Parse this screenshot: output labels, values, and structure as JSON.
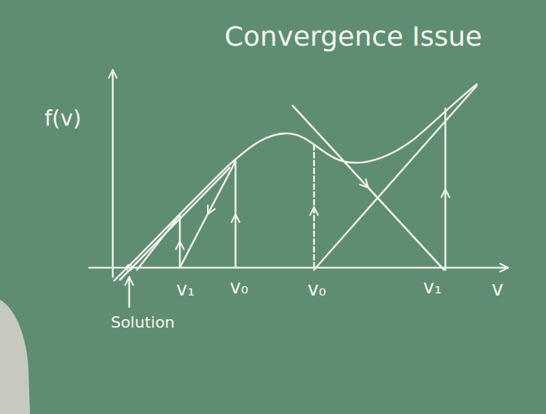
{
  "diagram": {
    "title": "Convergence Issue",
    "labels": [
      "f(v)",
      "v",
      "v₁",
      "v₀",
      "v₀",
      "v₁",
      "Solution"
    ]
  }
}
